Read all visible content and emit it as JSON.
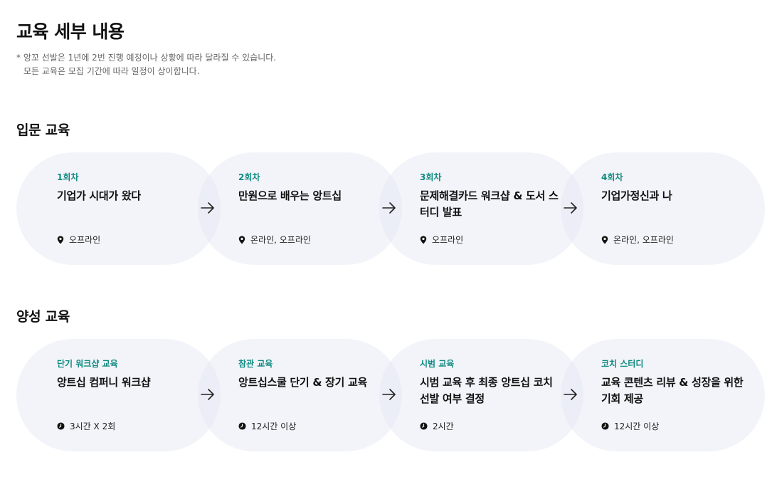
{
  "page": {
    "title": "교육 세부 내용",
    "notes": [
      "* 앙꼬 선발은 1년에 2번 진행 예정이나 상황에 따라 달라질 수 있습니다.",
      "모든 교육은 모집 기간에 따라 일정이 상이합니다."
    ]
  },
  "colors": {
    "accent": "#0f8a80",
    "card_background": "#f3f5fa",
    "text": "#111111"
  },
  "sections": [
    {
      "title": "입문 교육",
      "cards": [
        {
          "tag": "1회차",
          "title": "기업가 시대가 왔다",
          "meta": "오프라인",
          "icon": "location-pin-icon"
        },
        {
          "tag": "2회차",
          "title": "만원으로 배우는 앙트십",
          "meta": "온라인, 오프라인",
          "icon": "location-pin-icon"
        },
        {
          "tag": "3회차",
          "title": "문제해결카드 워크샵 & 도서 스터디 발표",
          "meta": "오프라인",
          "icon": "location-pin-icon"
        },
        {
          "tag": "4회차",
          "title": "기업가정신과 나",
          "meta": "온라인, 오프라인",
          "icon": "location-pin-icon"
        }
      ]
    },
    {
      "title": "양성 교육",
      "cards": [
        {
          "tag": "단기 워크샵 교육",
          "title": "앙트십 컴퍼니 워크샵",
          "meta": "3시간 X 2회",
          "icon": "clock-icon"
        },
        {
          "tag": "참관 교육",
          "title": "앙트십스쿨 단기 & 장기 교육",
          "meta": "12시간 이상",
          "icon": "clock-icon"
        },
        {
          "tag": "시범 교육",
          "title": "시범 교육 후 최종 앙트십 코치 선발 여부 결정",
          "meta": "2시간",
          "icon": "clock-icon"
        },
        {
          "tag": "코치 스터디",
          "title": "교육 콘텐츠 리뷰 & 성장을 위한 기회 제공",
          "meta": "12시간 이상",
          "icon": "clock-icon"
        }
      ]
    }
  ]
}
